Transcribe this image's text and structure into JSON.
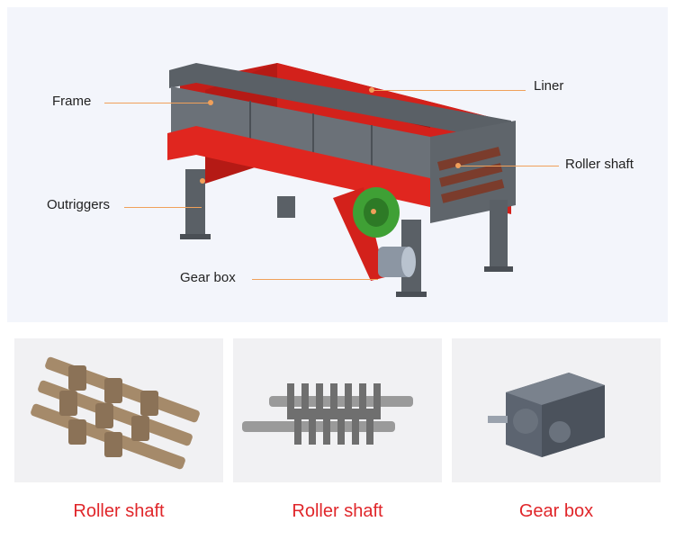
{
  "diagram": {
    "callouts": {
      "frame": "Frame",
      "liner": "Liner",
      "roller_shaft": "Roller shaft",
      "outriggers": "Outriggers",
      "gear_box": "Gear box"
    }
  },
  "cards": [
    {
      "caption": "Roller shaft",
      "image": "roller-shaft-triple-photo"
    },
    {
      "caption": "Roller shaft",
      "image": "roller-shaft-double-photo"
    },
    {
      "caption": "Gear box",
      "image": "gear-box-photo"
    }
  ],
  "colors": {
    "accent_red": "#e0262a",
    "machine_red": "#d3211b",
    "frame_gray": "#5a6066",
    "motor_green": "#3fa035",
    "leader_orange": "#f0a05a",
    "panel_bg": "#f3f5fb"
  }
}
